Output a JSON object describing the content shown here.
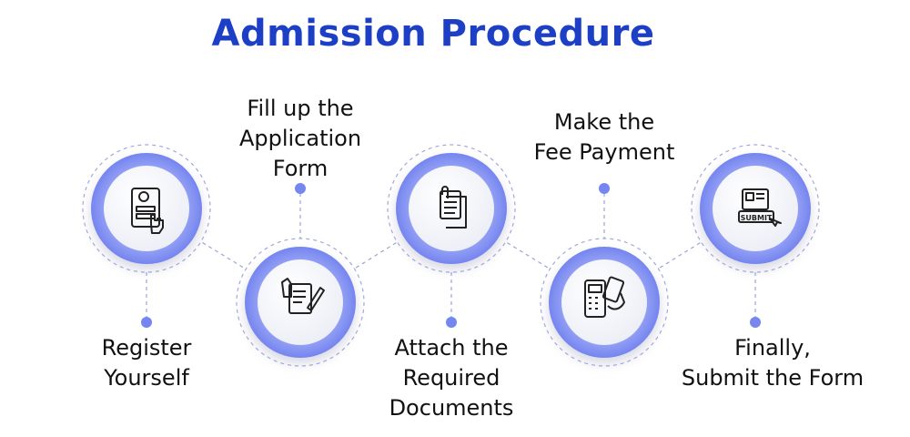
{
  "title": "Admission Procedure",
  "colors": {
    "title": "#1c3fc6",
    "ring": "#7f8ff2",
    "dot": "#7586ee"
  },
  "steps": [
    {
      "label_lines": [
        "Register",
        "Yourself"
      ],
      "icon": "register-form-hand-icon"
    },
    {
      "label_lines": [
        "Fill up the",
        "Application",
        "Form"
      ],
      "icon": "fill-form-pen-icon"
    },
    {
      "label_lines": [
        "Attach the",
        "Required",
        "Documents"
      ],
      "icon": "documents-clip-icon"
    },
    {
      "label_lines": [
        "Make the",
        "Fee Payment"
      ],
      "icon": "card-payment-icon"
    },
    {
      "label_lines": [
        "Finally,",
        "Submit the Form"
      ],
      "icon": "submit-form-icon"
    }
  ]
}
